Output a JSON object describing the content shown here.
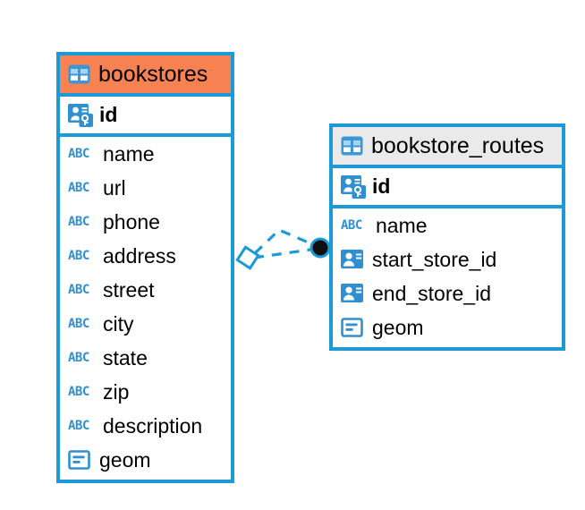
{
  "diagram": {
    "type": "entity-relationship-diagram",
    "background_color": "#ffffff",
    "accent_color": "#1b9ad7",
    "highlight_color": "#f98252",
    "header_gray": "#eaeaea"
  },
  "entities": [
    {
      "name": "bookstores",
      "header_style": "orange",
      "table_icon": "table-grid-icon",
      "primary_key": {
        "label": "id",
        "icon": "primary-key-icon"
      },
      "fields": [
        {
          "label": "name",
          "icon": "abc-text-icon",
          "icon_text": "ABC"
        },
        {
          "label": "url",
          "icon": "abc-text-icon",
          "icon_text": "ABC"
        },
        {
          "label": "phone",
          "icon": "abc-text-icon",
          "icon_text": "ABC"
        },
        {
          "label": "address",
          "icon": "abc-text-icon",
          "icon_text": "ABC"
        },
        {
          "label": "street",
          "icon": "abc-text-icon",
          "icon_text": "ABC"
        },
        {
          "label": "city",
          "icon": "abc-text-icon",
          "icon_text": "ABC"
        },
        {
          "label": "state",
          "icon": "abc-text-icon",
          "icon_text": "ABC"
        },
        {
          "label": "zip",
          "icon": "abc-text-icon",
          "icon_text": "ABC"
        },
        {
          "label": "description",
          "icon": "abc-text-icon",
          "icon_text": "ABC"
        },
        {
          "label": "geom",
          "icon": "geometry-icon",
          "icon_text": ""
        }
      ]
    },
    {
      "name": "bookstore_routes",
      "header_style": "gray",
      "table_icon": "table-grid-icon",
      "primary_key": {
        "label": "id",
        "icon": "primary-key-icon"
      },
      "fields": [
        {
          "label": "name",
          "icon": "abc-text-icon",
          "icon_text": "ABC"
        },
        {
          "label": "start_store_id",
          "icon": "foreign-key-icon",
          "icon_text": ""
        },
        {
          "label": "end_store_id",
          "icon": "foreign-key-icon",
          "icon_text": ""
        },
        {
          "label": "geom",
          "icon": "geometry-icon",
          "icon_text": ""
        }
      ]
    }
  ],
  "relationship": {
    "style": "dashed",
    "color": "#1b9ad7",
    "source_marker": "diamond-outline",
    "target_marker": "filled-circle",
    "target_marker_color": "#111111"
  }
}
